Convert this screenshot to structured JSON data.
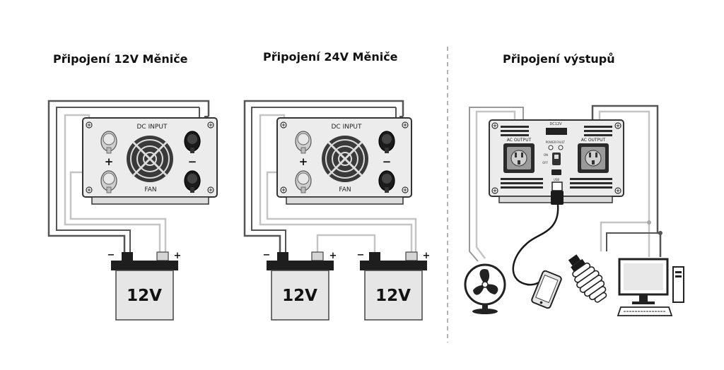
{
  "sections": {
    "s12v": {
      "title": "Připojení 12V Měniče"
    },
    "s24v": {
      "title": "Připojení 24V Měniče"
    },
    "output": {
      "title": "Připojení výstupů"
    }
  },
  "inverter_labels": {
    "dc_input": "DC INPUT",
    "fan": "FAN",
    "plus": "+",
    "minus": "−"
  },
  "battery": {
    "label": "12V",
    "plus": "+",
    "minus": "−"
  },
  "output_panel": {
    "ac_output": "AC OUTPUT",
    "display": "DC12V",
    "power": "POWER",
    "fault": "FAULT",
    "on": "ON",
    "off": "OFF",
    "usb": "USB"
  },
  "colors": {
    "dark_wire": "#555555",
    "light_wire": "#c4c4c4",
    "device_fill": "#e6e6e6",
    "panel_stroke": "#333333"
  },
  "icons": [
    "fan-icon",
    "phone-icon",
    "bulb-icon",
    "computer-icon"
  ]
}
